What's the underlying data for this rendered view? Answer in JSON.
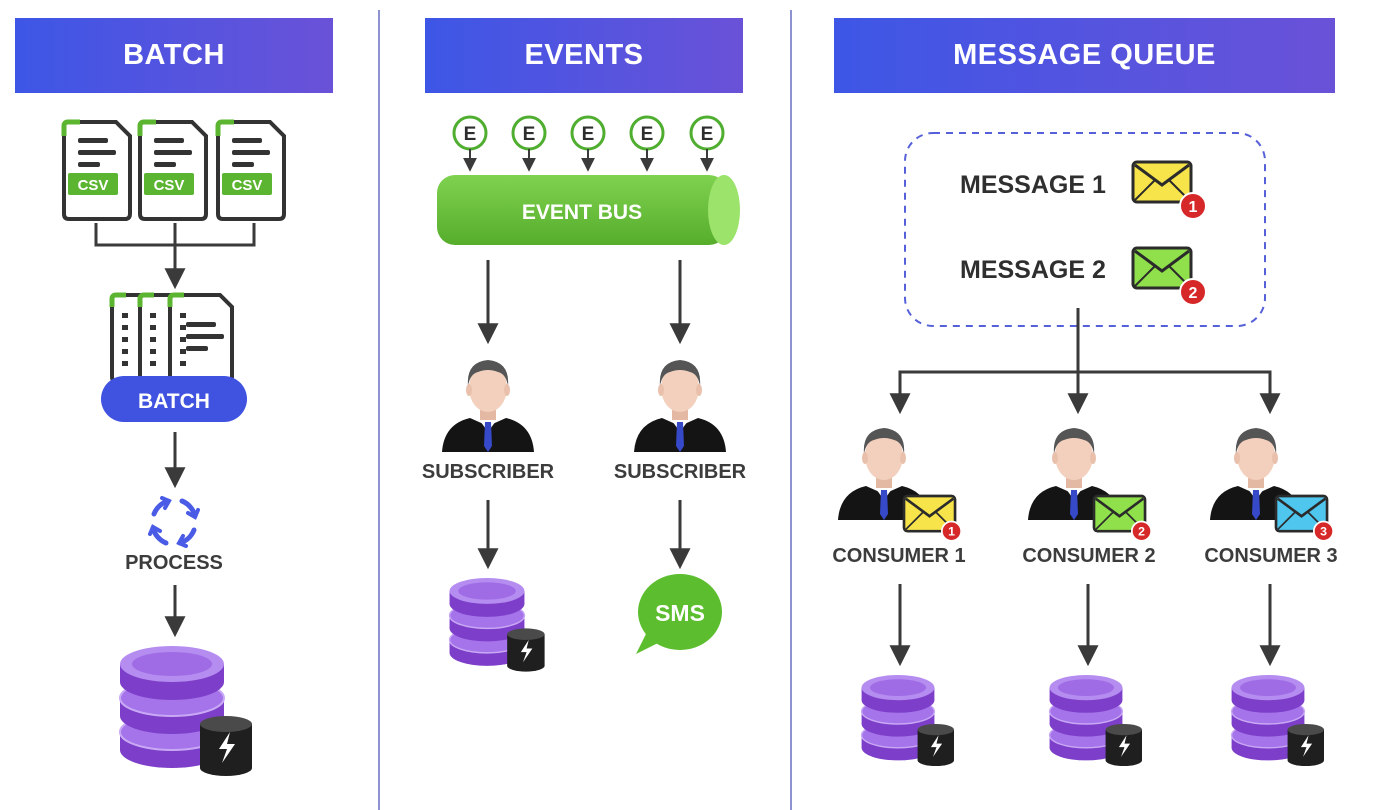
{
  "sections": {
    "batch": {
      "title": "BATCH",
      "file_label": "CSV",
      "stack_label": "BATCH",
      "process_label": "PROCESS"
    },
    "events": {
      "title": "EVENTS",
      "event_letter": "E",
      "bus_label": "EVENT BUS",
      "subscriber_labels": [
        "SUBSCRIBER",
        "SUBSCRIBER"
      ],
      "sms_label": "SMS"
    },
    "queue": {
      "title": "MESSAGE QUEUE",
      "messages": [
        {
          "label": "MESSAGE 1",
          "badge": "1"
        },
        {
          "label": "MESSAGE 2",
          "badge": "2"
        }
      ],
      "consumers": [
        {
          "label": "CONSUMER 1",
          "badge": "1"
        },
        {
          "label": "CONSUMER 2",
          "badge": "2"
        },
        {
          "label": "CONSUMER 3",
          "badge": "3"
        }
      ]
    }
  },
  "colors": {
    "header_start": "#3d56e6",
    "header_end": "#6a52d8",
    "csv_green": "#5cb531",
    "bus_green": "#6cc63d",
    "database_purple": "#9b5de5",
    "process_blue": "#4a5be6",
    "badge_red": "#d62828",
    "envelope_yellow": "#f7e34a",
    "envelope_green": "#8fe04a",
    "envelope_blue": "#4fc6ee",
    "divider": "#8e93cf",
    "queue_border": "#5560d9",
    "arrow": "#3a3a3a"
  }
}
